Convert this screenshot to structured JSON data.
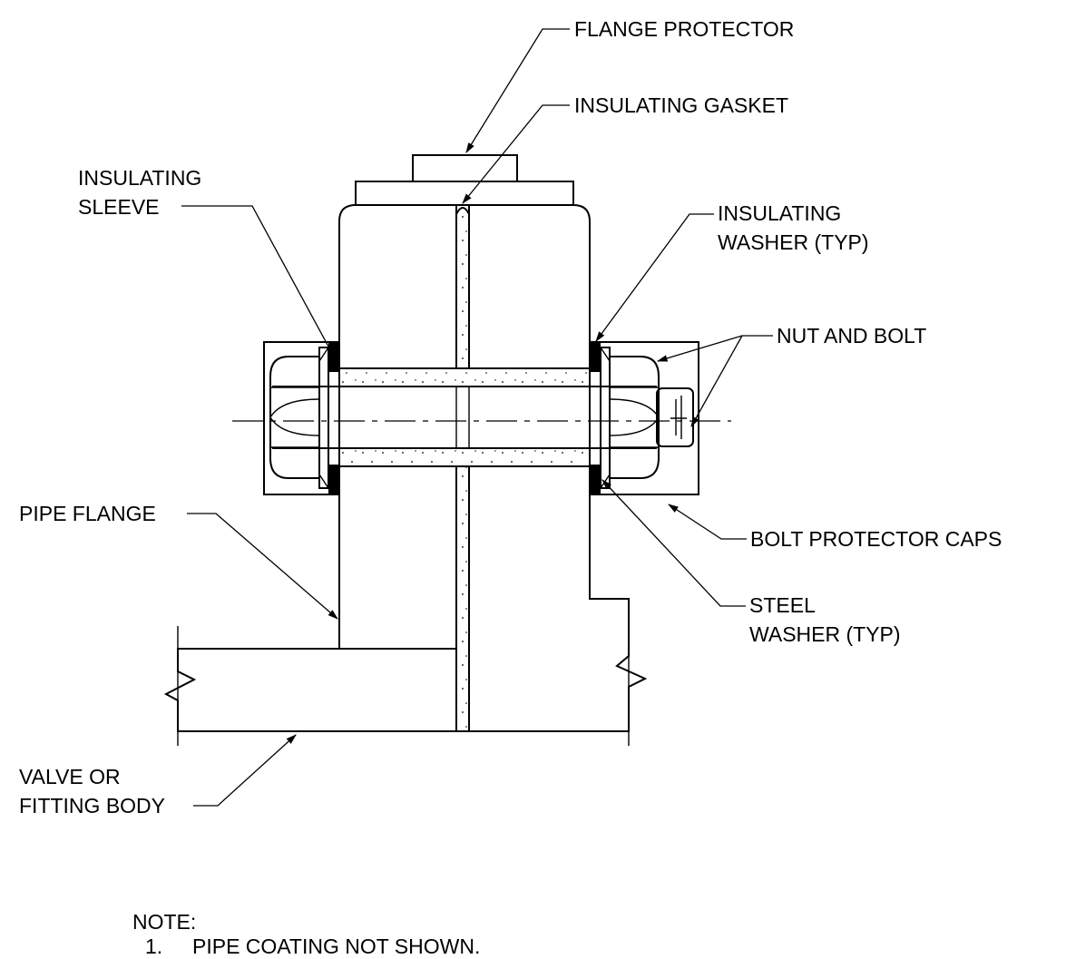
{
  "labels": {
    "flange_protector": "FLANGE PROTECTOR",
    "insulating_gasket": "INSULATING GASKET",
    "insulating_sleeve_1": "INSULATING",
    "insulating_sleeve_2": "SLEEVE",
    "insulating_washer_1": "INSULATING",
    "insulating_washer_2": "WASHER (TYP)",
    "nut_and_bolt": "NUT AND BOLT",
    "pipe_flange": "PIPE FLANGE",
    "bolt_protector_caps": "BOLT PROTECTOR CAPS",
    "steel_washer_1": "STEEL",
    "steel_washer_2": "WASHER (TYP)",
    "valve_body_1": "VALVE OR",
    "valve_body_2": "FITTING BODY"
  },
  "notes": {
    "heading": "NOTE:",
    "items": [
      {
        "number": "1.",
        "text": "PIPE COATING NOT SHOWN."
      }
    ]
  }
}
